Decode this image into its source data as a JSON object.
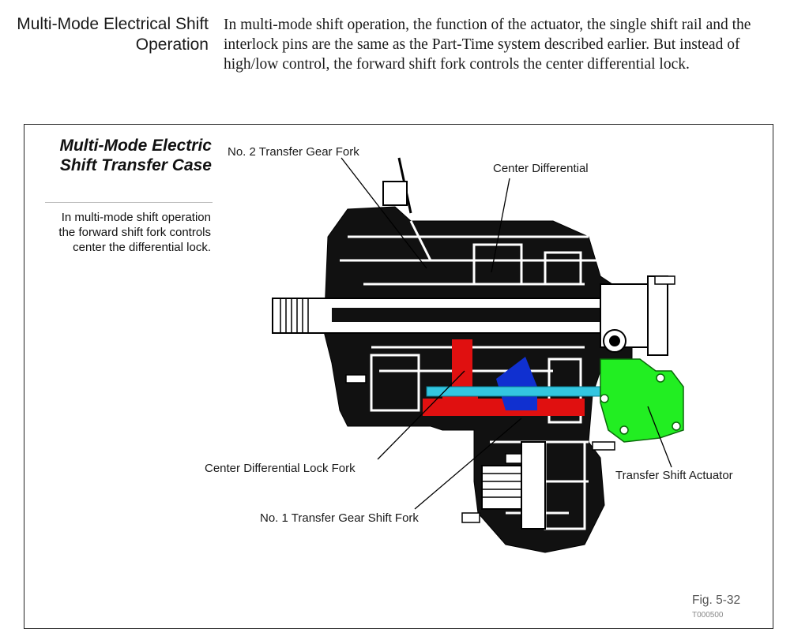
{
  "section": {
    "heading": "Multi-Mode Electrical Shift Operation",
    "body": "In multi-mode shift operation, the function of the actuator, the single shift rail and the interlock pins are the same as the Part-Time system described earlier. But instead of high/low control, the forward shift fork controls the center differential lock."
  },
  "figure": {
    "title": "Multi-Mode Electric Shift Transfer Case",
    "caption": "In multi-mode shift operation the forward shift fork controls center the differential lock.",
    "number": "Fig. 5-32",
    "code": "T000500",
    "callouts": {
      "no2_fork": "No. 2 Transfer Gear Fork",
      "center_diff": "Center Differential",
      "lock_fork": "Center Differential Lock Fork",
      "actuator": "Transfer Shift Actuator",
      "no1_fork": "No. 1 Transfer Gear Shift Fork"
    },
    "colors": {
      "lock_fork": "#e01010",
      "shift_rail": "#33c6e0",
      "no1_fork": "#1030d0",
      "actuator": "#22ee22",
      "housing": "#000000"
    }
  }
}
